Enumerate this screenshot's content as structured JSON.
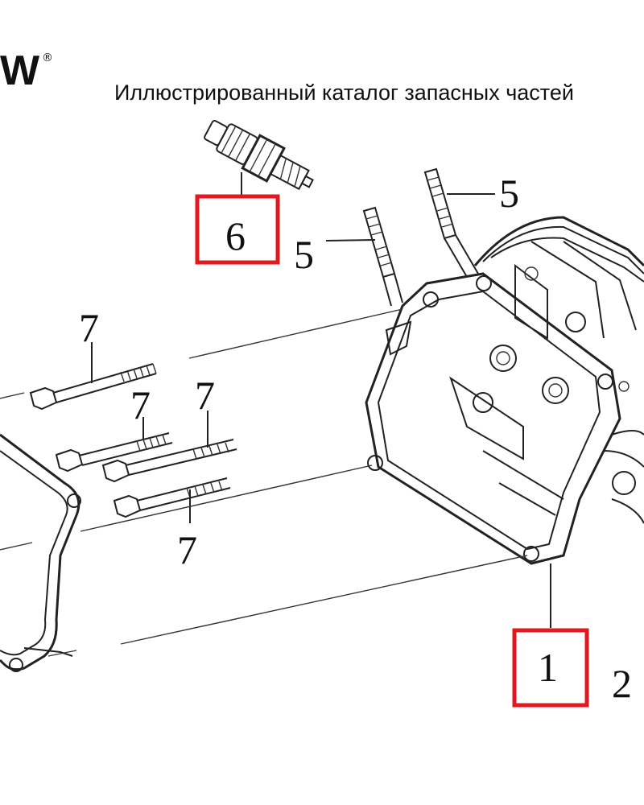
{
  "header": {
    "logo_text": "W",
    "registered_mark": "®",
    "title": "Иллюстрированный каталог запасных частей"
  },
  "callouts": {
    "spark_plug": "6",
    "stud_left": "5",
    "stud_right": "5",
    "bolt_a": "7",
    "bolt_b": "7",
    "bolt_c": "7",
    "bolt_d": "7",
    "cylinder_head": "1",
    "partial_right": "2"
  },
  "highlight_color": "#e3191f"
}
